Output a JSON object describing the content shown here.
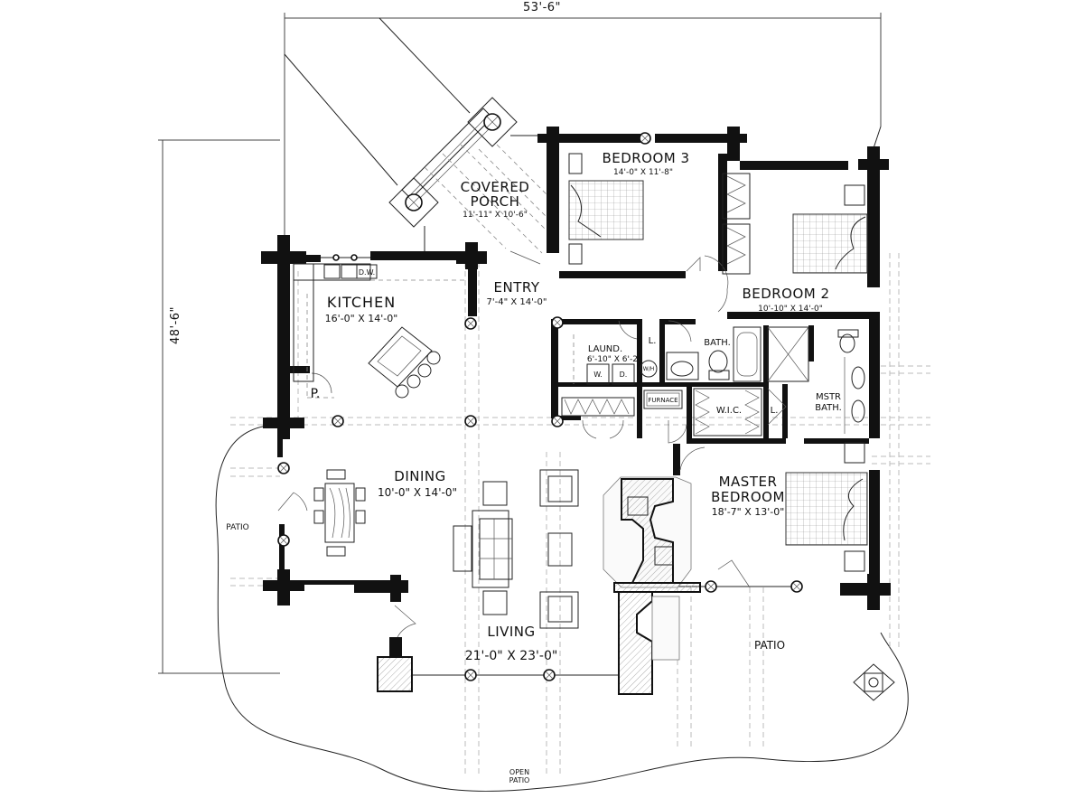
{
  "dimensions": {
    "overall_width": "53'-6\"",
    "overall_depth": "48'-6\""
  },
  "rooms": {
    "covered_porch": {
      "name_line1": "COVERED",
      "name_line2": "PORCH",
      "size": "11'-11\" X 10'-6\""
    },
    "bedroom3": {
      "name": "BEDROOM 3",
      "size": "14'-0\" X 11'-8\""
    },
    "bedroom2": {
      "name": "BEDROOM 2",
      "size": "10'-10\" X 14'-0\""
    },
    "kitchen": {
      "name": "KITCHEN",
      "size": "16'-0\" X 14'-0\""
    },
    "entry": {
      "name": "ENTRY",
      "size": "7'-4\" X 14'-0\""
    },
    "laundry": {
      "name": "LAUND.",
      "size": "6'-10\" X 6'-2\""
    },
    "bath": {
      "name": "BATH."
    },
    "mstr_bath": {
      "name_line1": "MSTR",
      "name_line2": "BATH."
    },
    "wic": {
      "name": "W.I.C."
    },
    "linen1": {
      "name": "L."
    },
    "linen2": {
      "name": "L."
    },
    "pantry": {
      "name": "P."
    },
    "furnace": {
      "name": "FURNACE"
    },
    "dining": {
      "name": "DINING",
      "size": "10'-0\" X 14'-0\""
    },
    "master_bedroom": {
      "name_line1": "MASTER",
      "name_line2": "BEDROOM",
      "size": "18'-7\" X 13'-0\""
    },
    "living": {
      "name": "LIVING",
      "size": "21'-0\" X 23'-0\""
    },
    "patio_west": {
      "name": "PATIO"
    },
    "patio_east": {
      "name": "PATIO"
    },
    "open_patio": {
      "name_line1": "OPEN",
      "name_line2": "PATIO"
    }
  },
  "fixtures": {
    "dishwasher": "D.W.",
    "washer": "W.",
    "dryer": "D.",
    "water_heater": "W/H"
  }
}
